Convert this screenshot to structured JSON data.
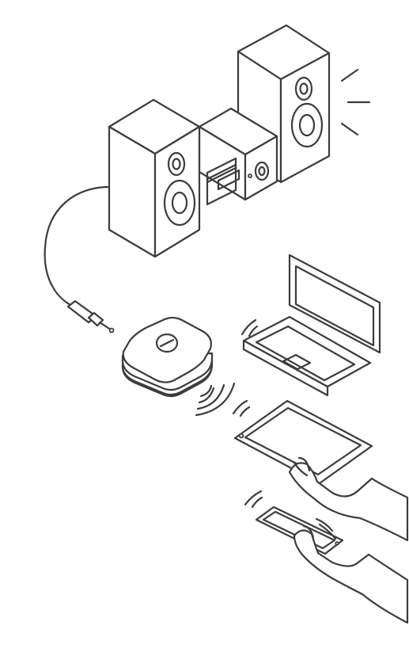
{
  "colors": {
    "stroke": "#3c3c3c",
    "fill": "#ffffff",
    "background": "#ffffff"
  },
  "icons": [
    "hifi-stereo-system",
    "left-speaker",
    "right-speaker",
    "amplifier-receiver",
    "audio-cable",
    "aux-jack-plug",
    "bluetooth-receiver-puck",
    "laptop",
    "tablet",
    "smartphone",
    "wireless-signal-waves",
    "sound-emission-lines",
    "hands"
  ]
}
